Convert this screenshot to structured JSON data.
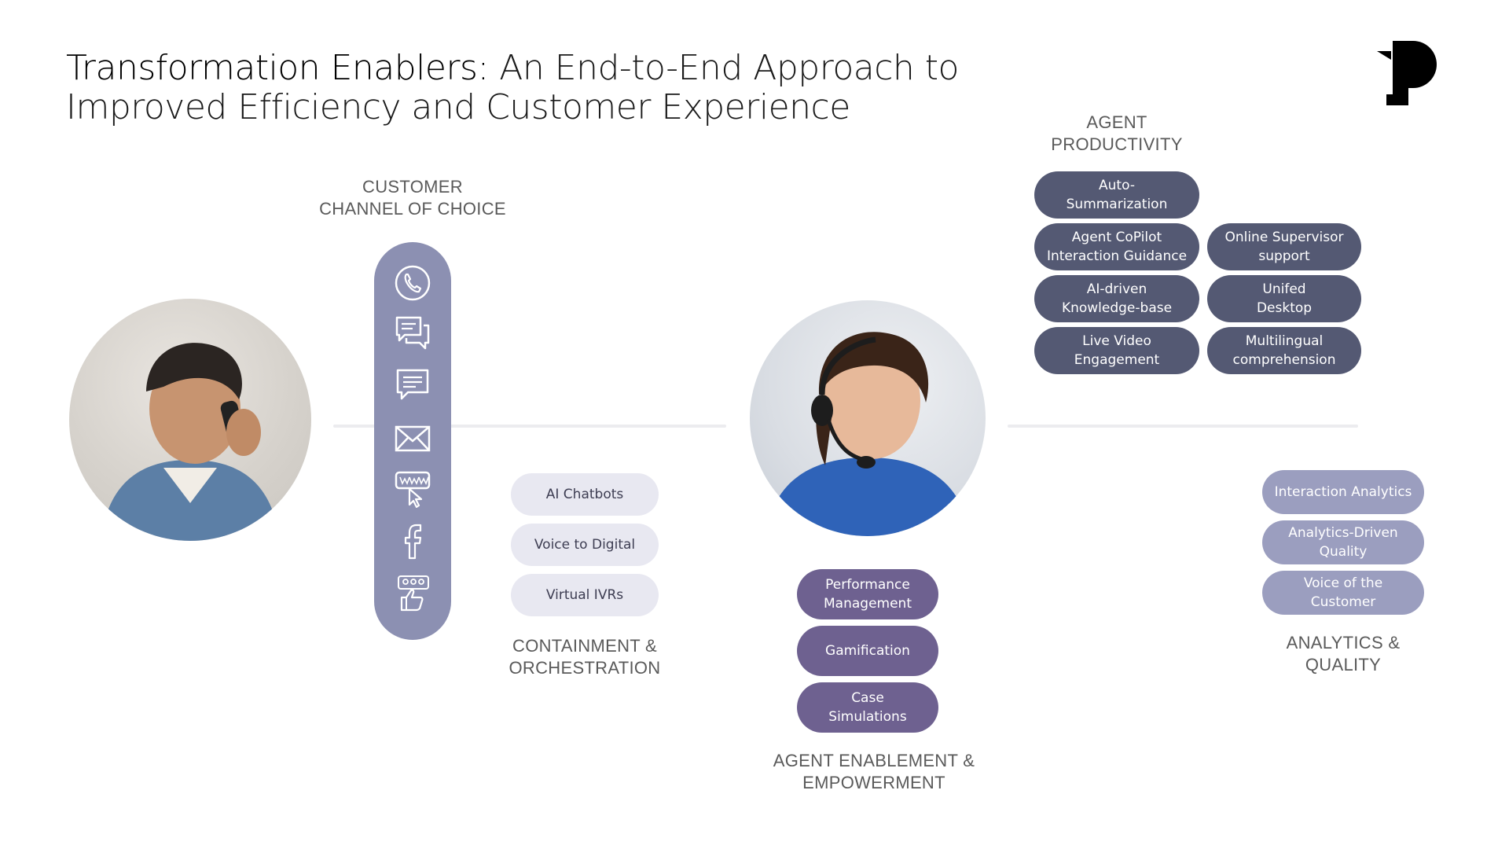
{
  "title": {
    "bold": "Transformation Enablers:",
    "rest_line1": " An End-to-End Approach to",
    "line2": "Improved Efficiency and Customer Experience"
  },
  "sections": {
    "channel": {
      "line1": "CUSTOMER",
      "line2": "CHANNEL OF CHOICE"
    },
    "containment": {
      "line1": "CONTAINMENT &",
      "line2": "ORCHESTRATION",
      "items": [
        "AI Chatbots",
        "Voice to Digital",
        "Virtual IVRs"
      ]
    },
    "enablement": {
      "line1": "AGENT ENABLEMENT &",
      "line2": "EMPOWERMENT",
      "items": [
        [
          "Performance",
          "Management"
        ],
        [
          "Gamification",
          ""
        ],
        [
          "Case",
          "Simulations"
        ]
      ]
    },
    "productivity": {
      "line1": "AGENT",
      "line2": "PRODUCTIVITY",
      "left": [
        [
          "Auto-",
          "Summarization"
        ],
        [
          "Agent CoPilot",
          "Interaction Guidance"
        ],
        [
          "AI-driven",
          "Knowledge-base"
        ],
        [
          "Live Video",
          "Engagement"
        ]
      ],
      "right": [
        [
          "Online Supervisor",
          "support"
        ],
        [
          "Unifed",
          "Desktop"
        ],
        [
          "Multilingual",
          "comprehension"
        ]
      ]
    },
    "analytics": {
      "line1": "ANALYTICS &",
      "line2": "QUALITY",
      "items": [
        [
          "Interaction Analytics",
          ""
        ],
        [
          "Analytics-Driven",
          "Quality"
        ],
        [
          "Voice of the",
          "Customer"
        ]
      ]
    }
  },
  "channel_icons": [
    "phone-icon",
    "chat-bubbles-icon",
    "message-icon",
    "email-icon",
    "web-cursor-icon",
    "facebook-icon",
    "social-thumbs-up-icon"
  ],
  "colors": {
    "channel_bar": "#8c90b2",
    "containment_pill": "#e8e8f1",
    "enablement_pill": "#6e6190",
    "productivity_pill": "#545973",
    "analytics_pill": "#9b9ebf"
  }
}
